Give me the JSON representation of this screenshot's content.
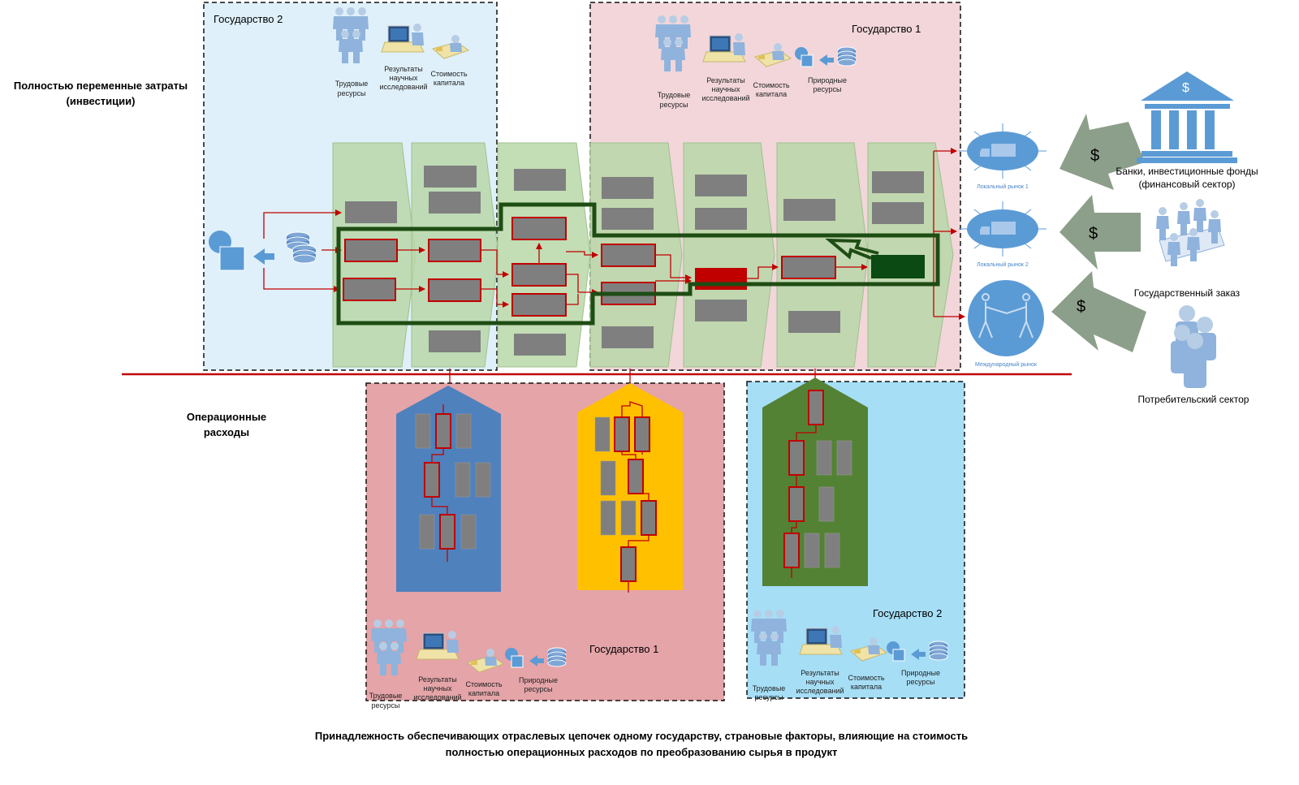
{
  "labels": {
    "fully_variable": [
      "Полностью переменные затраты",
      "(инвестиции)"
    ],
    "operational": [
      "Операционные",
      "расходы"
    ],
    "bottom_caption": [
      "Принадлежность обеспечивающих отраслевых цепочек одному государству, страновые факторы, влияющие на стоимость",
      "полностью операционных расходов по преобразованию сырья в продукт"
    ]
  },
  "regions": {
    "state2_top": "Государство 2",
    "state1_top": "Государство 1",
    "state1_bottom": "Государство 1",
    "state2_bottom": "Государство 2"
  },
  "factors": {
    "labor": [
      "Трудовые",
      "ресурсы"
    ],
    "research": [
      "Результаты",
      "научных",
      "исследований"
    ],
    "capital": [
      "Стоимость",
      "капитала"
    ],
    "natural": [
      "Природные",
      "ресурсы"
    ]
  },
  "markets": {
    "local1": "Локальный рынок 1",
    "local2": "Локальный рынок 2",
    "international": "Международный рынок"
  },
  "demand": {
    "banks": [
      "Банки, инвестиционные фонды",
      "(финансовый сектор)"
    ],
    "gov_order": "Государственный заказ",
    "consumer": "Потребительский сектор",
    "dollar": "$"
  },
  "icons": [
    "people-group-icon",
    "researcher-icon",
    "capital-icon",
    "natural-resources-icon",
    "database-icon",
    "truck-icon",
    "handshake-icon",
    "bank-icon",
    "meeting-icon",
    "consumers-icon",
    "dollar-arrow-icon"
  ],
  "colors": {
    "state2_bg": "#dff0fa",
    "state1_bg": "#f2d6da",
    "stage_fill": "#b9d7a8",
    "gray_box": "#7f7f7f",
    "red_line": "#c00000",
    "dark_green": "#1e4d14",
    "red_box": "#c00000",
    "dark_green_box": "#0b4a12",
    "bottom_state1_bg": "#e4a4a8",
    "bottom_state2_bg": "#a6def6",
    "building_blue": "#4f81bd",
    "building_yellow": "#ffc000",
    "building_green": "#548235",
    "market_blue": "#5b9bd5",
    "dollar_arrow": "#8c9f8a",
    "icon_blue": "#5b9bd5"
  }
}
